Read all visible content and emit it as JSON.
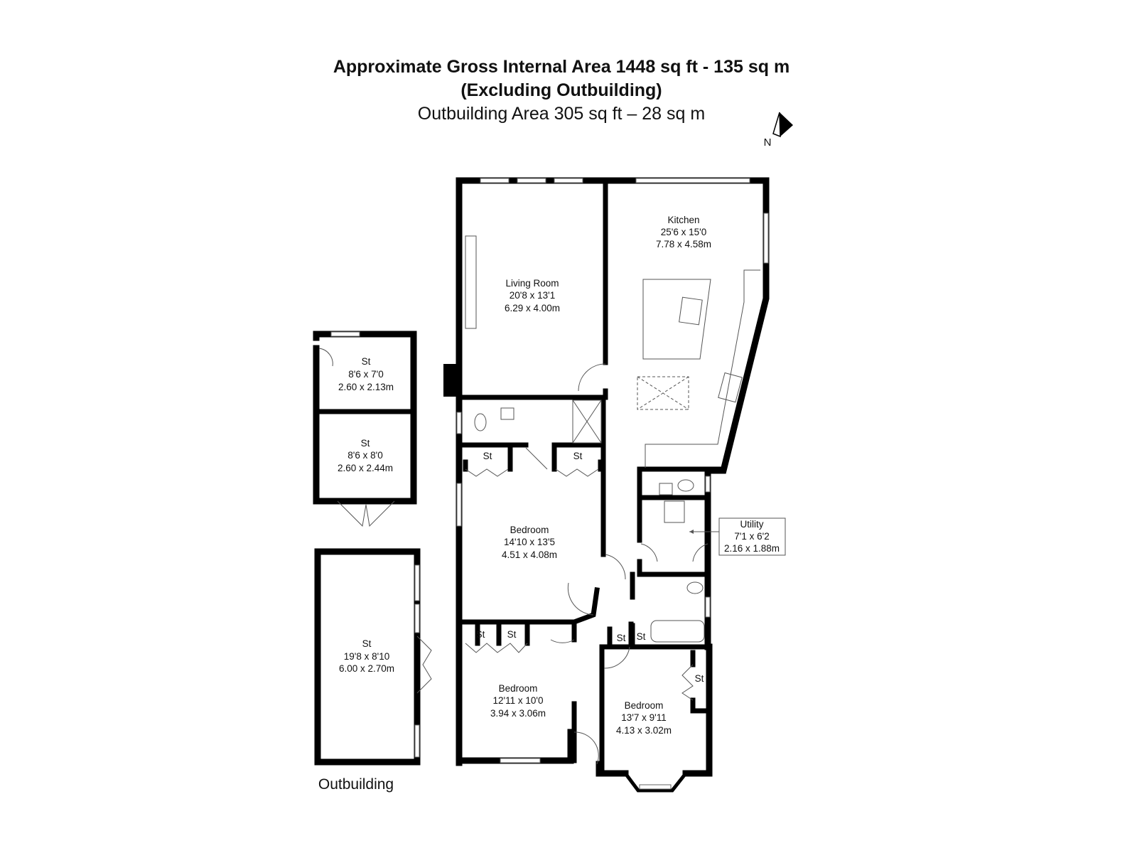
{
  "header": {
    "line1": "Approximate Gross Internal Area 1448 sq ft - 135 sq m",
    "line2": "(Excluding Outbuilding)",
    "line3": "Outbuilding Area 305 sq ft – 28 sq m"
  },
  "compass": {
    "label": "N",
    "icon": "north-arrow-icon"
  },
  "rooms": {
    "kitchen": {
      "name": "Kitchen",
      "imperial": "25'6 x 15'0",
      "metric": "7.78 x 4.58m"
    },
    "living": {
      "name": "Living Room",
      "imperial": "20'8 x 13'1",
      "metric": "6.29 x 4.00m"
    },
    "bedroom1": {
      "name": "Bedroom",
      "imperial": "14'10 x 13'5",
      "metric": "4.51 x 4.08m"
    },
    "bedroom2": {
      "name": "Bedroom",
      "imperial": "12'11 x 10'0",
      "metric": "3.94 x 3.06m"
    },
    "bedroom3": {
      "name": "Bedroom",
      "imperial": "13'7 x 9'11",
      "metric": "4.13 x 3.02m"
    },
    "utility": {
      "name": "Utility",
      "imperial": "7'1 x 6'2",
      "metric": "2.16 x 1.88m"
    },
    "store_label": "St",
    "out_st1": {
      "name": "St",
      "imperial": "8'6 x 7'0",
      "metric": "2.60 x 2.13m"
    },
    "out_st2": {
      "name": "St",
      "imperial": "8'6 x 8'0",
      "metric": "2.60 x 2.44m"
    },
    "out_st3": {
      "name": "St",
      "imperial": "19'8 x 8'10",
      "metric": "6.00 x 2.70m"
    }
  },
  "outbuilding_label": "Outbuilding"
}
